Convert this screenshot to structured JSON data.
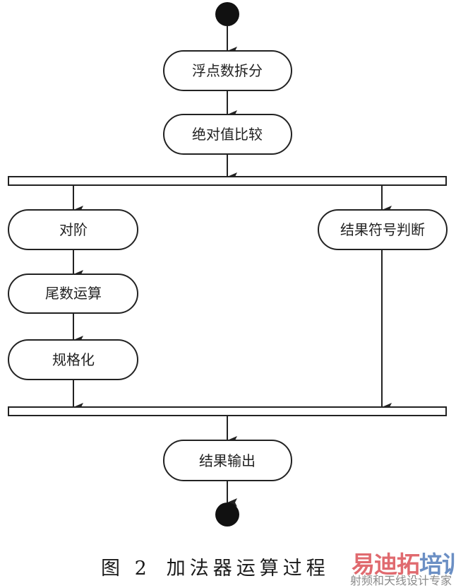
{
  "diagram": {
    "type": "UML activity diagram",
    "start_node": "initial-state",
    "end_node": "final-state",
    "nodes": [
      {
        "id": "split",
        "label": "浮点数拆分"
      },
      {
        "id": "abs_compare",
        "label": "绝对值比较"
      },
      {
        "id": "align",
        "label": "对阶"
      },
      {
        "id": "mantissa",
        "label": "尾数运算"
      },
      {
        "id": "normalize",
        "label": "规格化"
      },
      {
        "id": "sign",
        "label": "结果符号判断"
      },
      {
        "id": "output",
        "label": "结果输出"
      }
    ],
    "edges": [
      [
        "start",
        "split"
      ],
      [
        "split",
        "abs_compare"
      ],
      [
        "abs_compare",
        "fork"
      ],
      [
        "fork",
        "align"
      ],
      [
        "fork",
        "sign"
      ],
      [
        "align",
        "mantissa"
      ],
      [
        "mantissa",
        "normalize"
      ],
      [
        "normalize",
        "join"
      ],
      [
        "sign",
        "join"
      ],
      [
        "join",
        "output"
      ],
      [
        "output",
        "end"
      ]
    ]
  },
  "caption": {
    "figure_number": "图 2",
    "title": "加法器运算过程"
  },
  "watermark": {
    "brand_red": "易迪拓",
    "brand_blue": "培训",
    "tagline": "射频和天线设计专家",
    "colors": {
      "red": "#e06a6f",
      "blue": "#6b8fc4",
      "gray": "#8a8a8a"
    }
  }
}
